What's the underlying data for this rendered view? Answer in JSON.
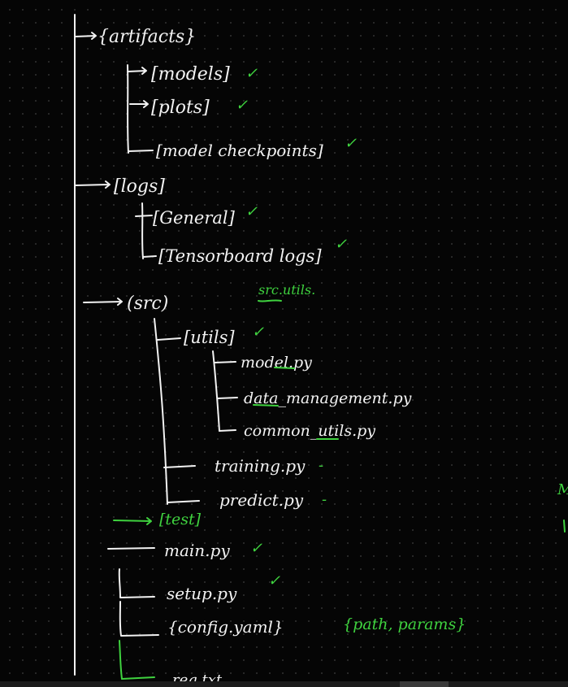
{
  "nodes": {
    "artifacts": "{artifacts}",
    "models": "[models]",
    "plots": "[plots]",
    "model_checkpoints": "[model checkpoints]",
    "logs": "[logs]",
    "general": "[General]",
    "tensorboard_logs": "[Tensorboard logs]",
    "src": "(src)",
    "utils": "[utils]",
    "model_py": "model.py",
    "data_management_py": "data_management.py",
    "common_utils_py": "common_utils.py",
    "training_py": "training.py",
    "predict_py": "predict.py",
    "test": "[test]",
    "main_py": "main.py",
    "setup_py": "setup.py",
    "config_yaml": "{config.yaml}",
    "req_txt": "req.txt"
  },
  "notes": {
    "src_utils": "src.utils.",
    "path_params": "{path, params}",
    "edge_letter": "M"
  },
  "marks": {
    "check": "✓",
    "dash": "-"
  },
  "colors": {
    "background": "#050505",
    "ink_white": "#f2f2f2",
    "ink_green": "#3fd23f"
  }
}
